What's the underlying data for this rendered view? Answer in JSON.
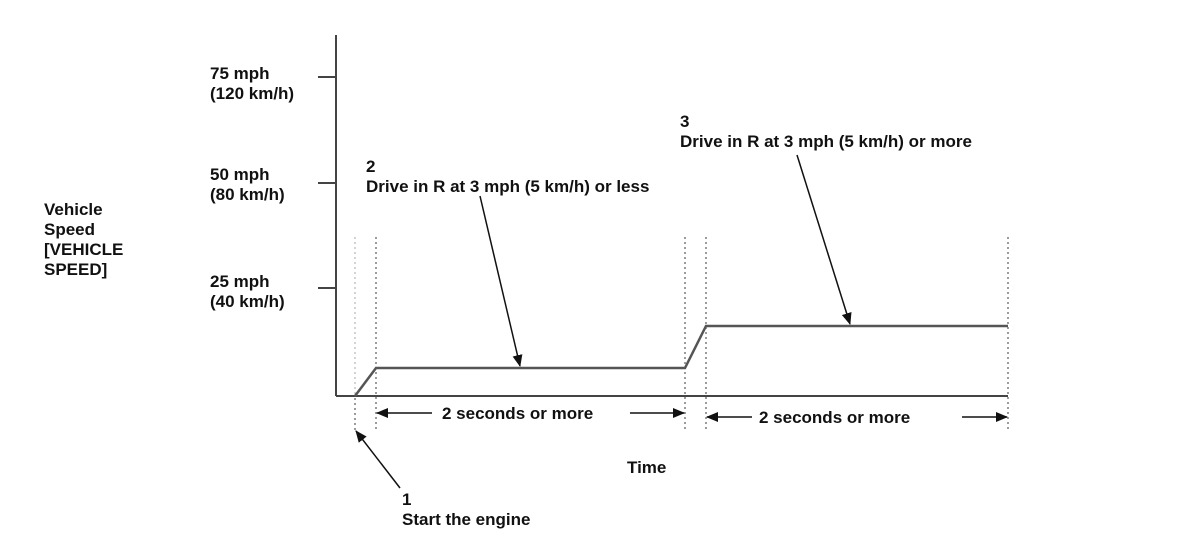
{
  "chart_data": {
    "type": "line",
    "ylabel": "Vehicle Speed [VEHICLE SPEED]",
    "xlabel": "Time",
    "y_unit": "mph",
    "ylim": [
      0,
      85
    ],
    "y_ticks": [
      {
        "value": 25,
        "line1": "25 mph",
        "line2": "(40 km/h)"
      },
      {
        "value": 50,
        "line1": "50 mph",
        "line2": "(80 km/h)"
      },
      {
        "value": 75,
        "line1": "75 mph",
        "line2": "(120 km/h)"
      }
    ],
    "x_unit": "s",
    "xlim": [
      -5,
      82
    ],
    "series": [
      {
        "x": [
          0,
          6,
          70,
          76,
          176
        ],
        "y": [
          0,
          7,
          7,
          16.5,
          16.5
        ]
      }
    ],
    "intervals": [
      {
        "start": 6,
        "end": 70,
        "label": "2 seconds or more"
      },
      {
        "start": 76,
        "end": 176,
        "label": "2 seconds or more"
      }
    ],
    "annotations": [
      {
        "number": "1",
        "text": "Start the engine"
      },
      {
        "number": "2",
        "text": "Drive in R at 3 mph (5 km/h) or less"
      },
      {
        "number": "3",
        "text": "Drive in R at 3 mph (5 km/h) or more"
      }
    ]
  }
}
